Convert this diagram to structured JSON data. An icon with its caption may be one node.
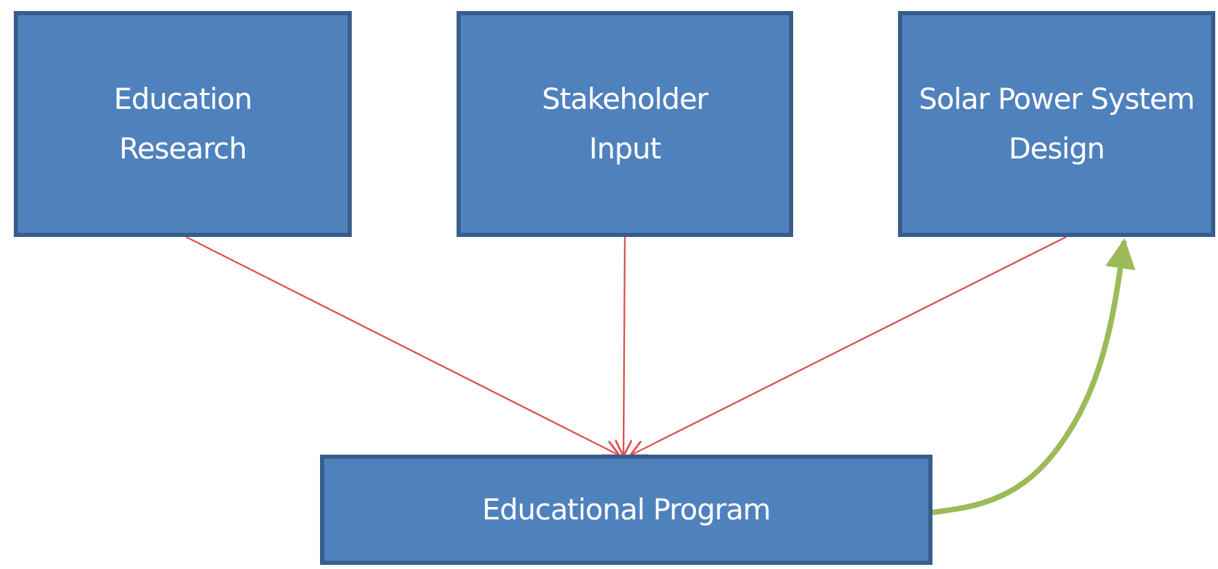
{
  "diagram": {
    "nodes": [
      {
        "text": [
          "Education Research"
        ]
      },
      {
        "text": [
          "Stakeholder Input"
        ]
      },
      {
        "text": [
          "Solar Power System Design"
        ]
      },
      {
        "text": [
          "Educational Program"
        ]
      }
    ],
    "edges": [
      {
        "from": 0,
        "to": 3,
        "arrow": "to"
      },
      {
        "from": 1,
        "to": 3,
        "arrow": "to"
      },
      {
        "from": 2,
        "to": 3,
        "arrow": "to"
      },
      {
        "from": 3,
        "to": 2,
        "arrow": "to",
        "style": "thick",
        "color": "#9bbb59"
      }
    ]
  }
}
